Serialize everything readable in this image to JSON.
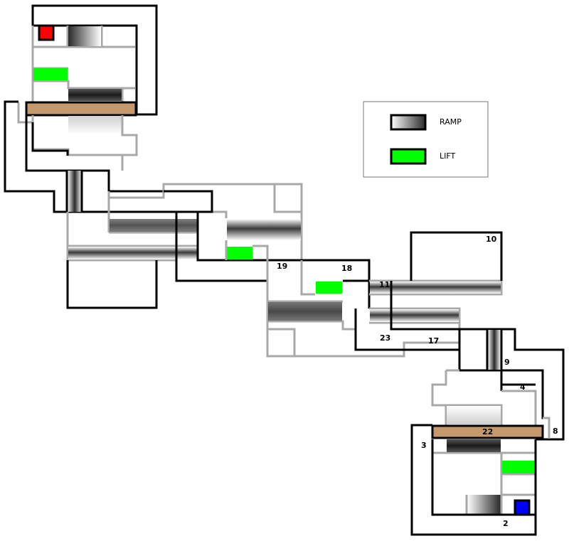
{
  "legend": {
    "items": [
      {
        "key": "ramp",
        "label": "RAMP"
      },
      {
        "key": "lift",
        "label": "LIFT"
      }
    ]
  },
  "colors": {
    "wall_primary": "#000000",
    "wall_secondary": "#a8a8a8",
    "lift": "#00ff00",
    "bridge": "#c49a6c",
    "start_red": "#ff0000",
    "start_blue": "#0000ff"
  },
  "labels": {
    "n2": "2",
    "n3": "3",
    "n4": "4",
    "n8": "8",
    "n9": "9",
    "n10": "10",
    "n11": "11",
    "n17": "17",
    "n18": "18",
    "n19": "19",
    "n22": "22",
    "n23": "23"
  }
}
